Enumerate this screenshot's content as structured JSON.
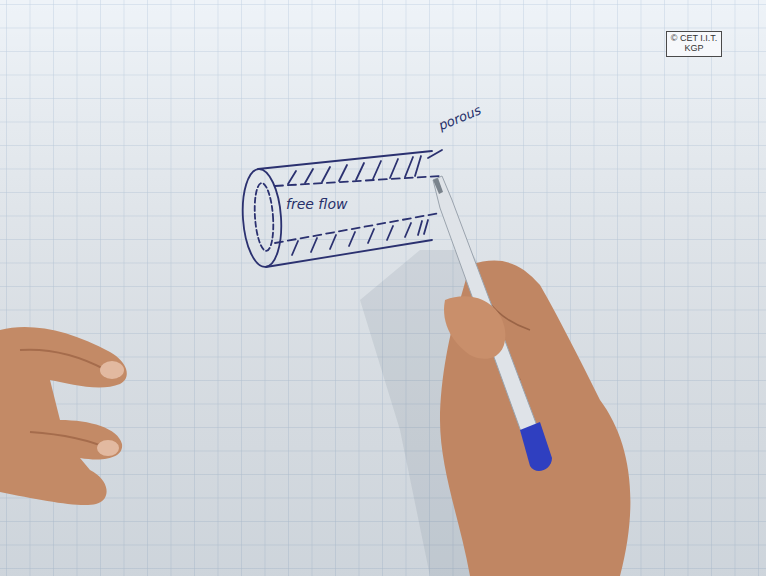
{
  "diagram": {
    "nodes": [
      {
        "text": [
          "© CET I.I.T. KGP"
        ]
      }
    ],
    "labels": [
      "free flow",
      "porous"
    ]
  }
}
